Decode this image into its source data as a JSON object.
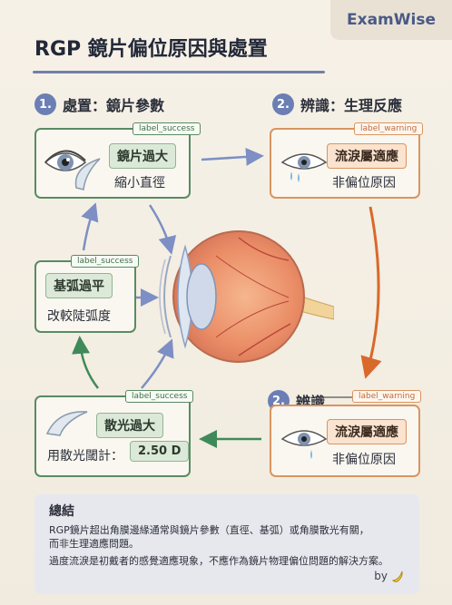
{
  "brand": "ExamWise",
  "title": "RGP 鏡片偏位原因與處置",
  "steps": {
    "s1": {
      "num": "1.",
      "label": "處置：鏡片參數"
    },
    "s2a": {
      "num": "2.",
      "label": "辨識：生理反應"
    },
    "s2b": {
      "num": "2.",
      "label": "辨識"
    }
  },
  "cards": {
    "large_lens": {
      "tag": "label_success",
      "pill": "鏡片過大",
      "sub": "縮小直徑"
    },
    "flat_bc": {
      "tag": "label_success",
      "pill": "基弧過平",
      "sub": "改較陡弧度"
    },
    "astig": {
      "tag": "label_success",
      "pill": "散光過大",
      "sub": "用散光閾計：",
      "value": "2.50 D"
    },
    "tearing_top": {
      "tag": "label_warning",
      "pill": "流淚屬適應",
      "sub": "非偏位原因"
    },
    "tearing_bottom": {
      "tag": "label_warning",
      "pill": "流淚屬適應",
      "sub": "非偏位原因"
    }
  },
  "summary": {
    "title": "總結",
    "line1": "RGP鏡片超出角膜邊緣通常與鏡片參數（直徑、基弧）或角膜散光有關，",
    "line2": "而非生理適應問題。",
    "line3": "過度流淚是初戴者的感覺適應現象，不應作為鏡片物理偏位問題的解決方案。",
    "by": "by"
  },
  "colors": {
    "green": "#5a8a64",
    "orange": "#d99560",
    "accent": "#6b7fb5",
    "arrow_blue": "#7d8fc4",
    "arrow_green": "#3f8a5a",
    "arrow_orange": "#d9692a"
  },
  "icons": [
    "eye-icon",
    "lens-icon",
    "tear-eye-icon",
    "eye-anatomy-illustration",
    "banana-icon"
  ]
}
